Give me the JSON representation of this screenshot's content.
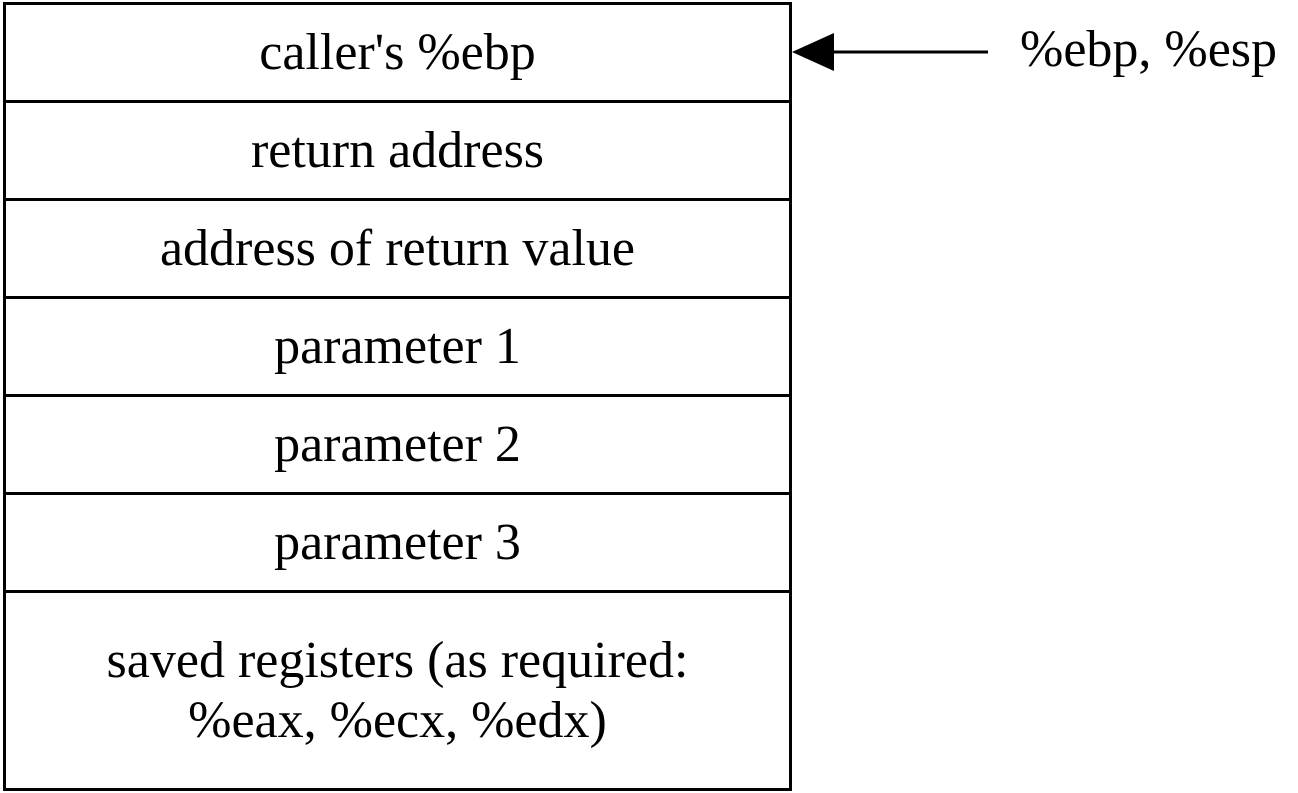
{
  "stack_frame": {
    "cells": [
      "caller's %ebp",
      "return address",
      "address of return value",
      "parameter 1",
      "parameter 2",
      "parameter 3"
    ],
    "last_cell": {
      "line1": "saved registers (as required:",
      "line2": "%eax, %ecx, %edx)"
    }
  },
  "pointer": {
    "label": "%ebp, %esp"
  }
}
